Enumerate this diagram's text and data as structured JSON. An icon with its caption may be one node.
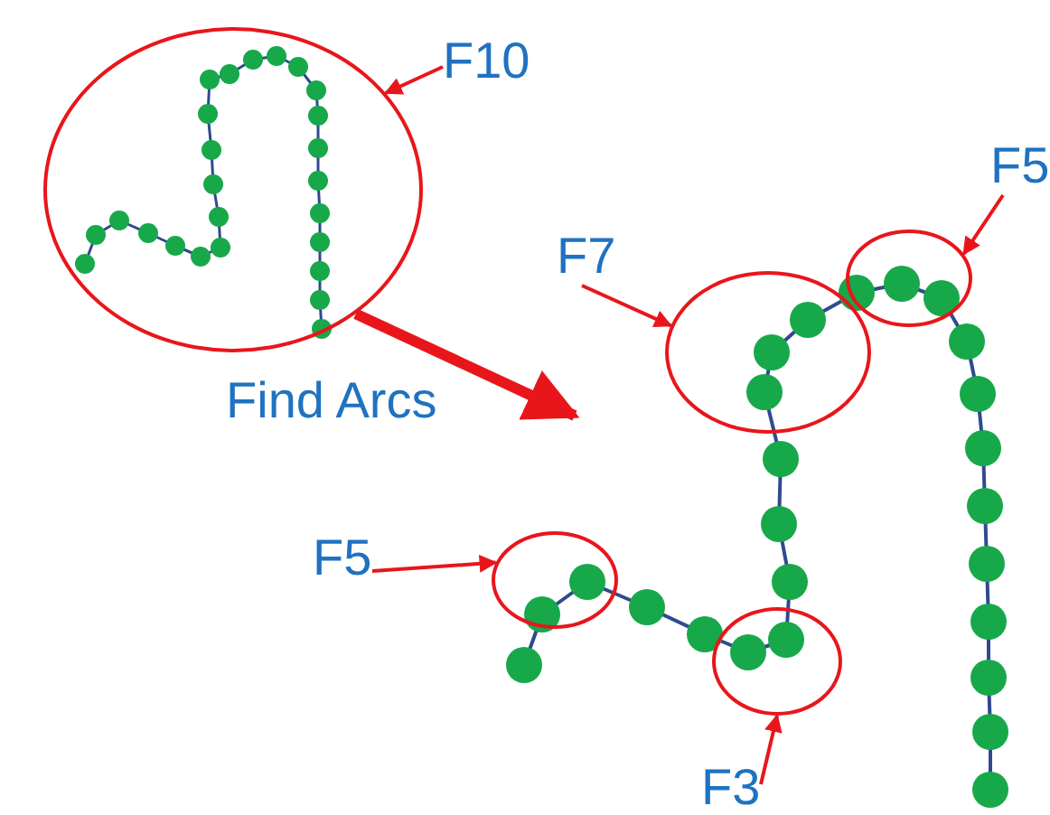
{
  "diagram": {
    "nodes": [
      {
        "text": [],
        "shape": "circle"
      },
      {
        "text": [
          "F10"
        ]
      },
      {
        "text": [],
        "shape": "circle"
      },
      {
        "text": [
          "F7"
        ]
      },
      {
        "text": [],
        "shape": "circle"
      },
      {
        "text": [
          "F5"
        ]
      },
      {
        "text": [],
        "shape": "circle"
      },
      {
        "text": [
          "F5"
        ]
      },
      {
        "text": [],
        "shape": "circle"
      },
      {
        "text": [
          "F3"
        ]
      }
    ],
    "edges": [
      {
        "from": 1,
        "to": 0,
        "arrow": "to"
      },
      {
        "from": 3,
        "to": 2,
        "arrow": "to"
      },
      {
        "from": 5,
        "to": 4,
        "arrow": "to"
      },
      {
        "from": 7,
        "to": 6,
        "arrow": "to"
      },
      {
        "from": 9,
        "to": 8,
        "arrow": "to"
      },
      {
        "from": 0,
        "to": null,
        "arrow": "to",
        "label": "Find Arcs",
        "style": "thick"
      }
    ]
  }
}
